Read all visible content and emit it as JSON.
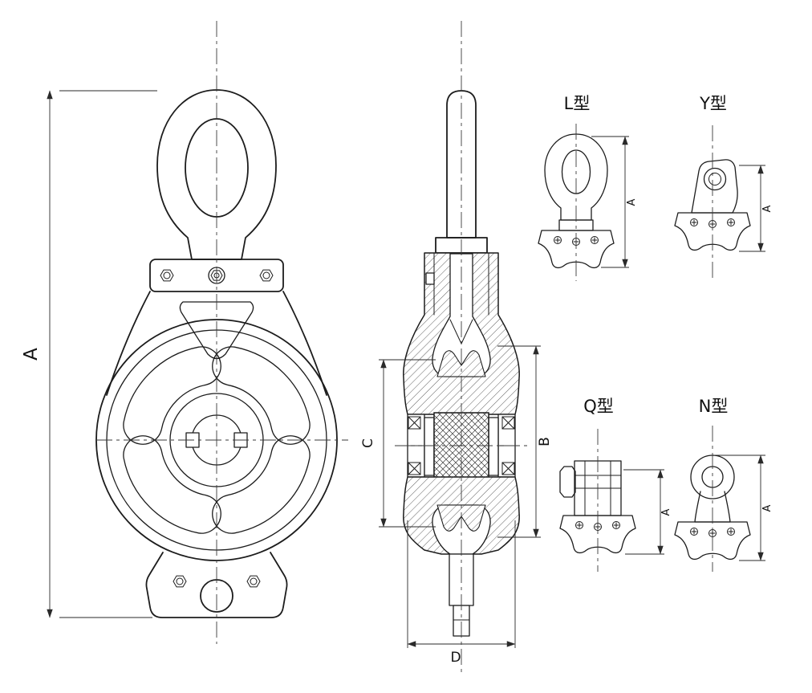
{
  "colors": {
    "background": "#ffffff",
    "line": "#1c1c1c",
    "dim": "#2a2a2a"
  },
  "front_view": {
    "dim_a": "A"
  },
  "section_view": {
    "dim_b": "B",
    "dim_c": "C",
    "dim_d": "D"
  },
  "variants": [
    {
      "title": "L型",
      "dim": "A"
    },
    {
      "title": "Y型",
      "dim": "A"
    },
    {
      "title": "Q型",
      "dim": "A"
    },
    {
      "title": "N型",
      "dim": "A"
    }
  ]
}
